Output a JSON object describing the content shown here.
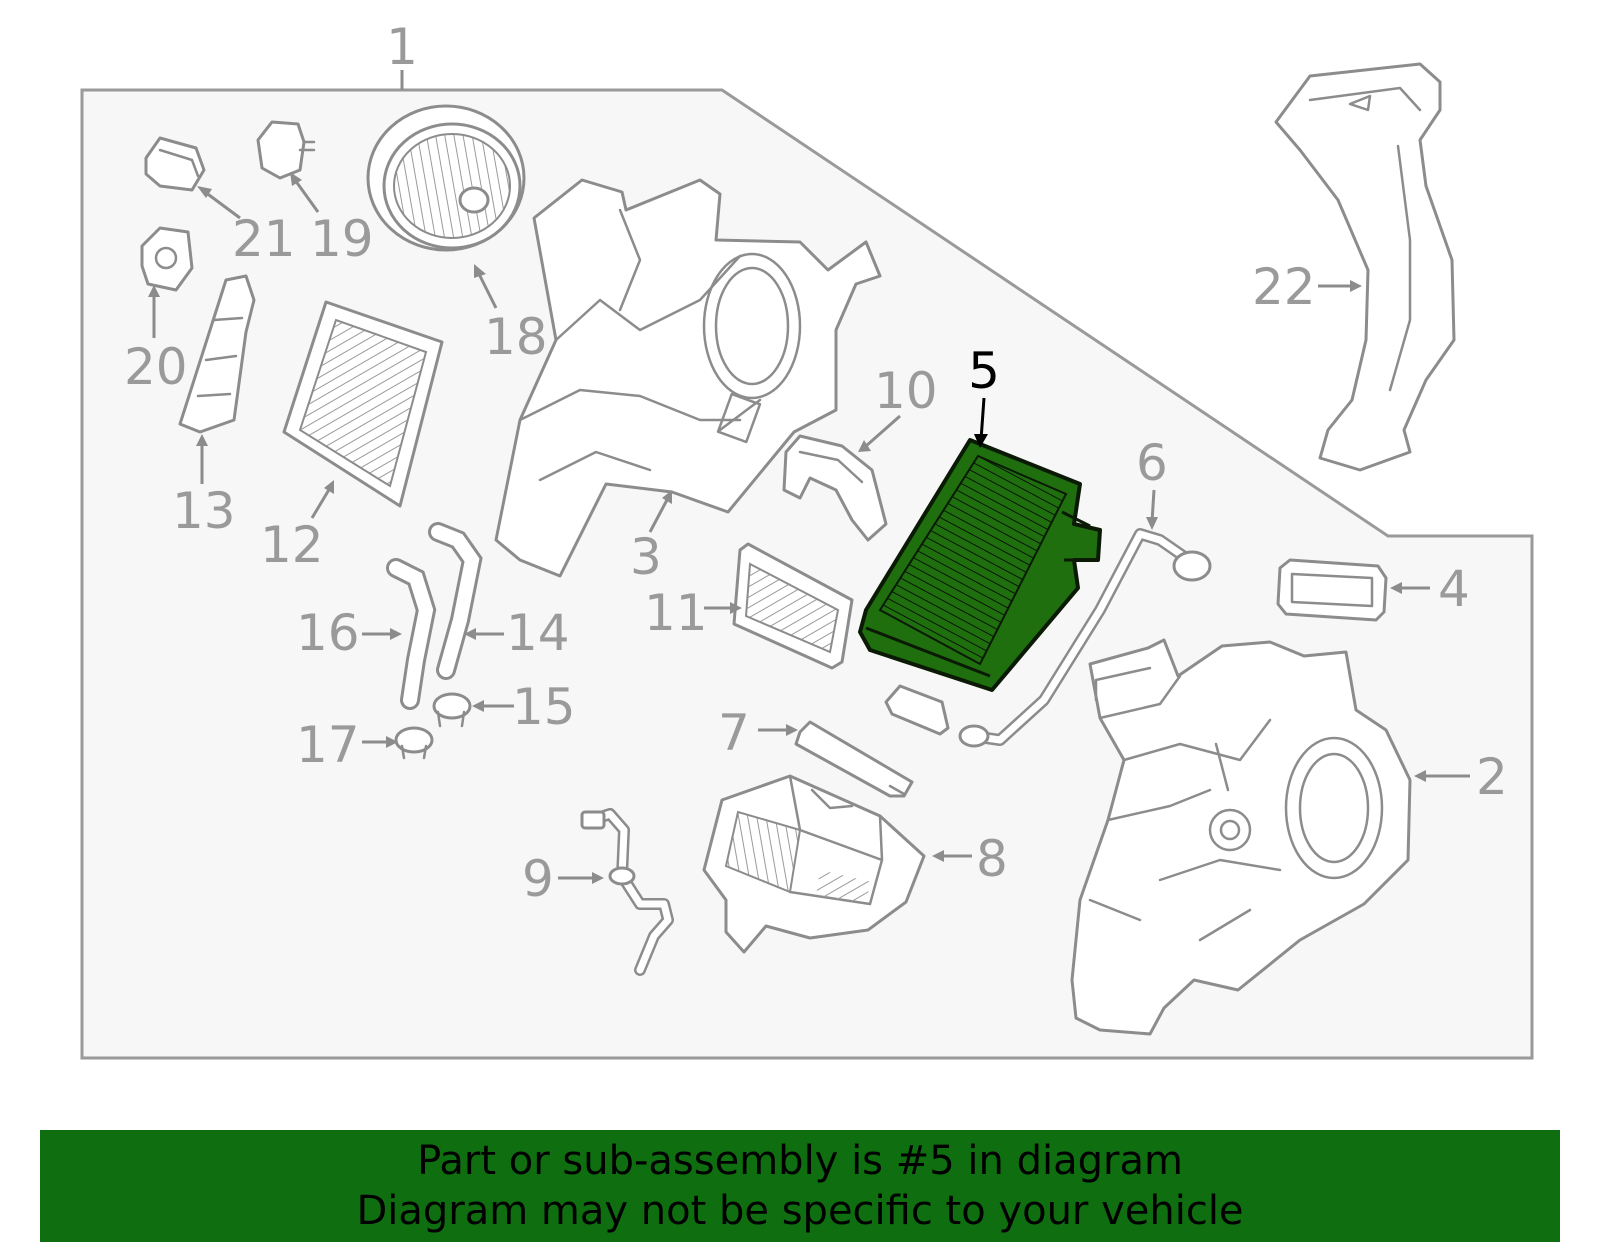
{
  "callouts": {
    "c1": "1",
    "c2": "2",
    "c3": "3",
    "c4": "4",
    "c5": "5",
    "c6": "6",
    "c7": "7",
    "c8": "8",
    "c9": "9",
    "c10": "10",
    "c11": "11",
    "c12": "12",
    "c13": "13",
    "c14": "14",
    "c15": "15",
    "c16": "16",
    "c17": "17",
    "c18": "18",
    "c19": "19",
    "c20": "20",
    "c21": "21",
    "c22": "22"
  },
  "highlight": {
    "part_number": "5",
    "color": "#1f6f0f"
  },
  "colors": {
    "banner": "#0f6e0f",
    "panel": "#f7f7f7",
    "outline": "#8c8c8c",
    "label": "#9a9a9a"
  },
  "banner": {
    "line1": "Part or sub-assembly is #5 in diagram",
    "line2": "Diagram may not be specific to your vehicle"
  }
}
